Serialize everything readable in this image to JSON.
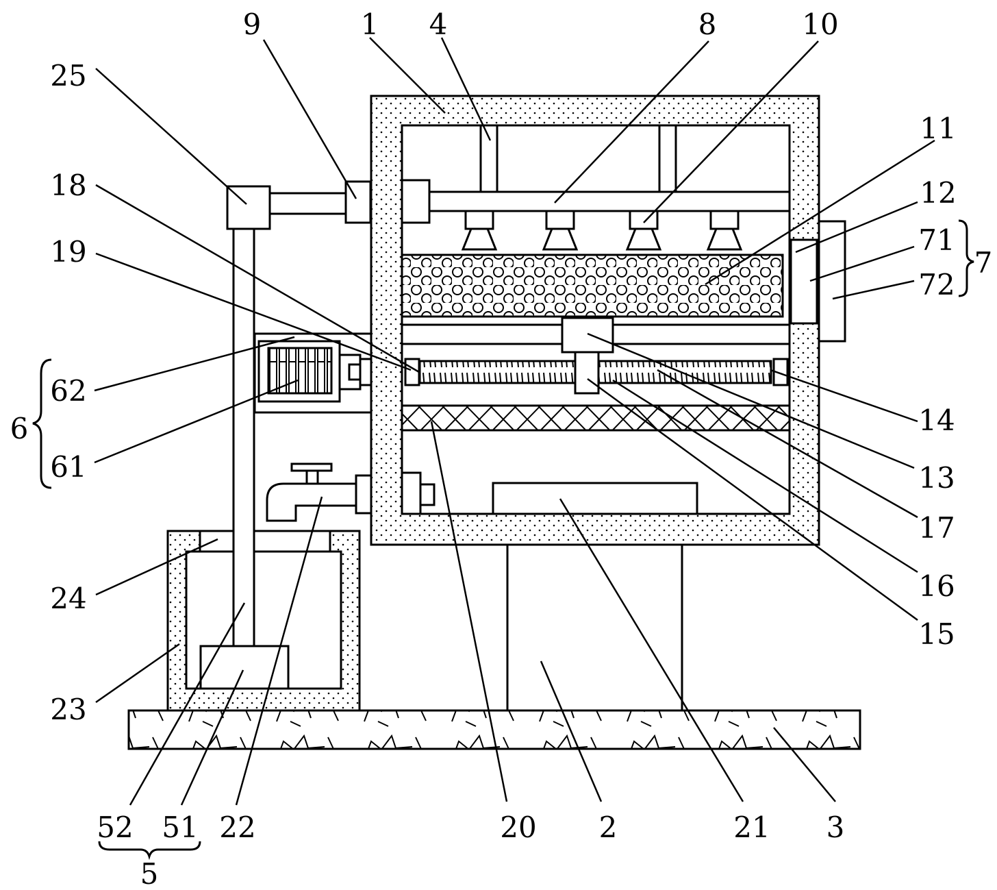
{
  "figure": {
    "labels": {
      "l1": "1",
      "l2": "2",
      "l3": "3",
      "l4": "4",
      "l5": "5",
      "l6": "6",
      "l7": "7",
      "l8": "8",
      "l9": "9",
      "l10": "10",
      "l11": "11",
      "l12": "12",
      "l13": "13",
      "l14": "14",
      "l15": "15",
      "l16": "16",
      "l17": "17",
      "l18": "18",
      "l19": "19",
      "l20": "20",
      "l21": "21",
      "l22": "22",
      "l23": "23",
      "l24": "24",
      "l25": "25",
      "l51": "51",
      "l52": "52",
      "l61": "61",
      "l62": "62",
      "l71": "71",
      "l72": "72"
    }
  }
}
